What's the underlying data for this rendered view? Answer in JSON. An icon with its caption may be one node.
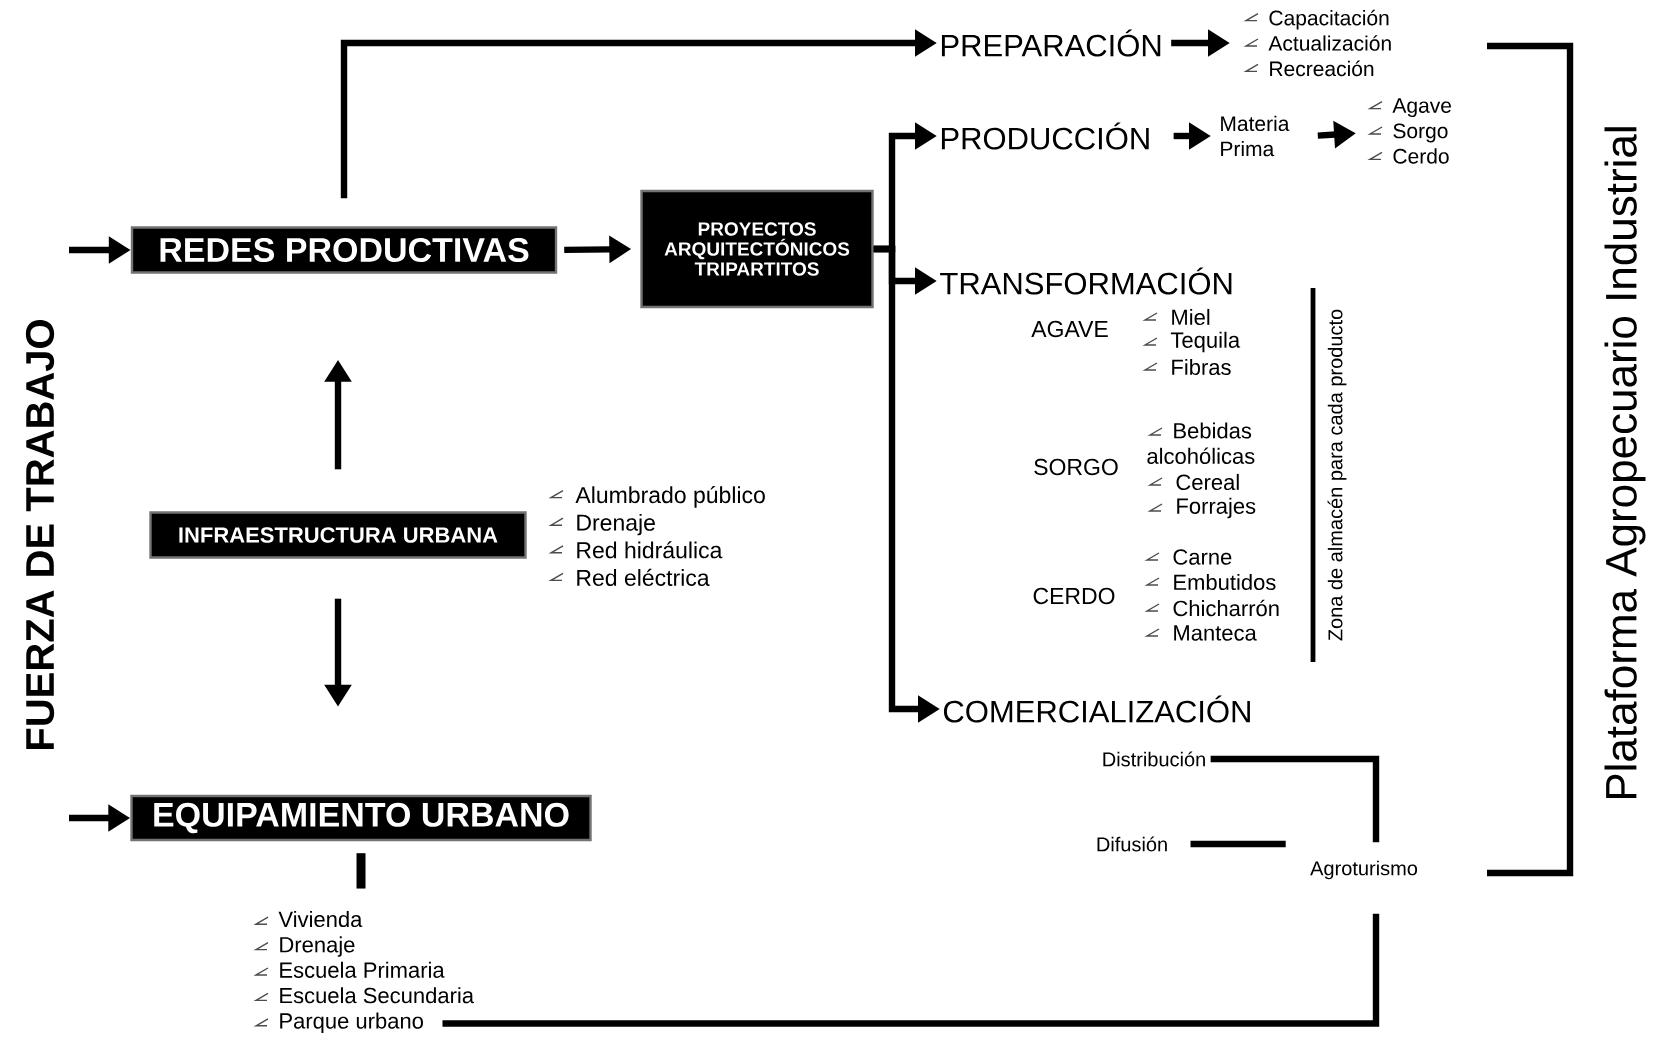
{
  "diagram": {
    "nodes": [
      {
        "text": [
          "REDES PRODUCTIVAS"
        ]
      },
      {
        "text": [
          "PROYECTOS ARQUITECTÓNICOS TRIPARTITOS"
        ]
      },
      {
        "text": [
          "INFRAESTRUCTURA URBANA"
        ],
        "beside": [
          "Alumbrado público",
          "Drenaje",
          "Red hidráulica",
          "Red eléctrica"
        ]
      },
      {
        "text": [
          "EQUIPAMIENTO URBANO"
        ]
      },
      {
        "text": [
          "Vivienda",
          "Drenaje",
          "Escuela Primaria",
          "Escuela Secundaria",
          "Parque urbano"
        ]
      },
      {
        "text": [
          "PREPARACIÓN"
        ]
      },
      {
        "text": [
          "Capacitación",
          "Actualización",
          "Recreación"
        ]
      },
      {
        "text": [
          "PRODUCCIÓN"
        ]
      },
      {
        "text": [
          "Materia Prima"
        ]
      },
      {
        "text": [
          "Agave",
          "Sorgo",
          "Cerdo"
        ]
      },
      {
        "text": [
          "TRANSFORMACIÓN"
        ]
      },
      {
        "text": [
          "COMERCIALIZACIÓN"
        ]
      },
      {
        "text": [
          "Distribución"
        ]
      },
      {
        "text": [
          "Difusión"
        ]
      },
      {
        "text": [
          "Agroturismo"
        ]
      }
    ],
    "edges": [
      {
        "from": null,
        "to": 0,
        "arrow": "to"
      },
      {
        "from": null,
        "to": 3,
        "arrow": "to"
      },
      {
        "from": 0,
        "to": 1,
        "arrow": "to"
      },
      {
        "from": 2,
        "to": 0,
        "arrow": "to"
      },
      {
        "from": 2,
        "to": 3,
        "arrow": "to"
      },
      {
        "from": 3,
        "to": 4,
        "arrow": "none"
      },
      {
        "from": 0,
        "to": 5,
        "arrow": "to"
      },
      {
        "from": 5,
        "to": 6,
        "arrow": "to"
      },
      {
        "from": 1,
        "to": 7,
        "arrow": "to"
      },
      {
        "from": 1,
        "to": 10,
        "arrow": "to"
      },
      {
        "from": 1,
        "to": 11,
        "arrow": "to"
      },
      {
        "from": 7,
        "to": 8,
        "arrow": "to"
      },
      {
        "from": 8,
        "to": 9,
        "arrow": "to"
      },
      {
        "from": 12,
        "to": 14,
        "arrow": "none"
      },
      {
        "from": 13,
        "to": 14,
        "arrow": "none"
      },
      {
        "from": 4,
        "to": 14,
        "arrow": "none"
      }
    ],
    "labels": [
      "FUERZA DE TRABAJO",
      "AGAVE",
      "Miel",
      "Tequila",
      "Fibras",
      "SORGO",
      "Bebidas alcohólicas",
      "Cereal",
      "Forrajes",
      "CERDO",
      "Carne",
      "Embutidos",
      "Chicharrón",
      "Manteca",
      "Zona de almacén para cada producto",
      "Plataforma Agropecuario Industrial"
    ]
  }
}
